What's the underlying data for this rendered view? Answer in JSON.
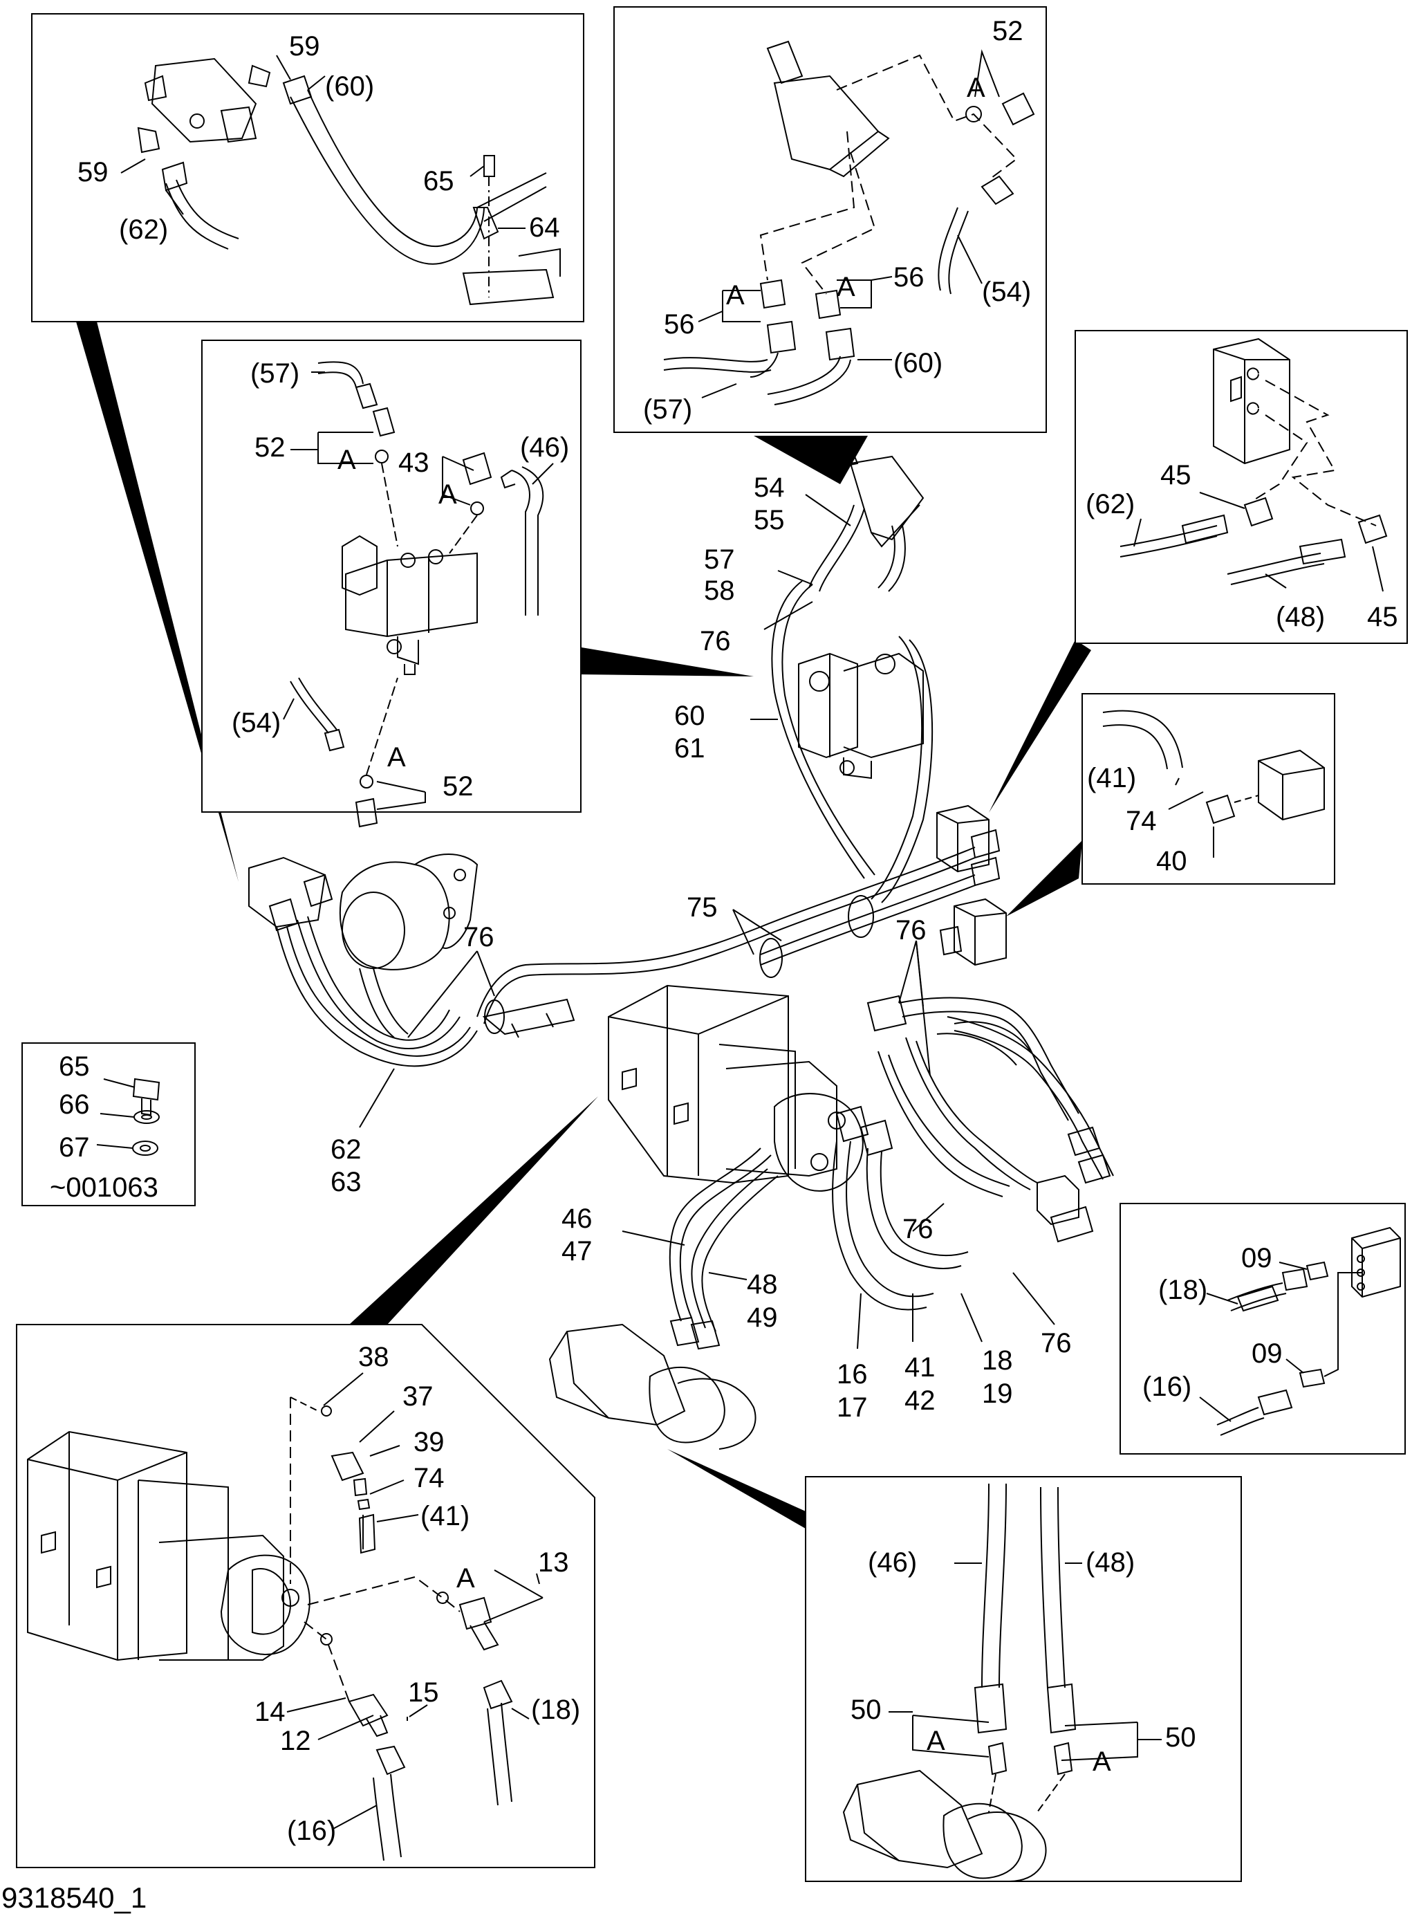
{
  "drawing_number": "9318540_1",
  "detail_top_left": {
    "labels": [
      "59",
      "(60)",
      "59",
      "65",
      "(62)",
      "64"
    ]
  },
  "detail_top_center": {
    "labels": [
      "52",
      "A",
      "A",
      "56",
      "56",
      "A",
      "(54)",
      "(57)",
      "(60)"
    ]
  },
  "detail_left_valve": {
    "labels": [
      "(57)",
      "52",
      "A",
      "43",
      "A",
      "(46)",
      "(54)",
      "A",
      "52"
    ]
  },
  "detail_right_block": {
    "labels": [
      "45",
      "(62)",
      "(48)",
      "45"
    ]
  },
  "detail_right_elbow": {
    "labels": [
      "(41)",
      "74",
      "40"
    ]
  },
  "detail_bolt": {
    "labels": [
      "65",
      "66",
      "67",
      "~001063"
    ]
  },
  "detail_right_fittings": {
    "labels": [
      "09",
      "(18)",
      "09",
      "(16)"
    ]
  },
  "detail_bottom_left": {
    "labels": [
      "38",
      "37",
      "39",
      "74",
      "(41)",
      "13",
      "A",
      "15",
      "14",
      "12",
      "(18)",
      "(16)"
    ]
  },
  "detail_bottom_right": {
    "labels": [
      "(46)",
      "(48)",
      "50",
      "A",
      "50",
      "A"
    ]
  },
  "main_callouts": {
    "labels": [
      "54",
      "55",
      "57",
      "58",
      "76",
      "60",
      "61",
      "75",
      "76",
      "76",
      "62",
      "63",
      "46",
      "47",
      "48",
      "49",
      "16",
      "17",
      "41",
      "42",
      "18",
      "19",
      "76",
      "76"
    ]
  }
}
